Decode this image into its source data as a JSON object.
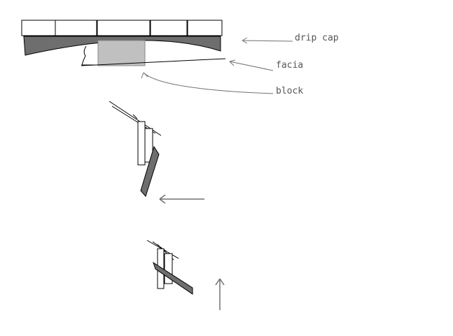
{
  "labels": {
    "drip_cap": "drip cap",
    "facia": "facia",
    "block": "block"
  },
  "colors": {
    "background": "#ffffff",
    "ink": "#000000",
    "arrow": "#707070",
    "label": "#555555",
    "drip_cap_fill": "#6e6e6e",
    "block_fill": "#c0c0c0",
    "flashing_fill": "#6e6e6e"
  }
}
